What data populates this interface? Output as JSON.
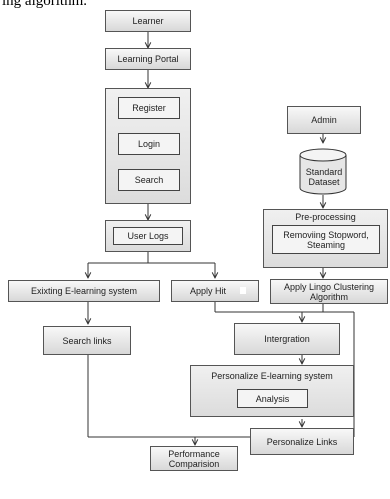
{
  "caption": "ing algorithm.",
  "nodes": {
    "learner": "Learner",
    "learning_portal": "Learning Portal",
    "register": "Register",
    "login": "Login",
    "search": "Search",
    "user_logs": "User Logs",
    "existing_system": "Exixting E-learning system",
    "apply_hit": "Apply Hit",
    "search_links": "Search links",
    "admin": "Admin",
    "standard_dataset": "Standard Dataset",
    "preprocessing_title": "Pre-processing",
    "preprocessing_inner": "Removiing Stopword, Steaming",
    "apply_lingo": "Apply Lingo Clustering Algorithm",
    "integration": "Intergration",
    "personalize_title": "Personalize E-learning system",
    "analysis": "Analysis",
    "personalize_links": "Personalize Links",
    "performance": "Performance Comparision"
  }
}
